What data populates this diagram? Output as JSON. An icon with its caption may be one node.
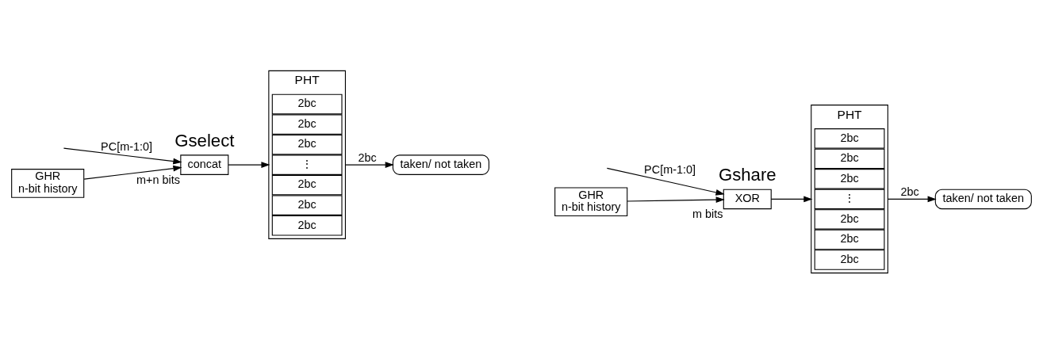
{
  "diagram": {
    "nodes": [
      {
        "text": [
          "concat"
        ],
        "beside": [
          "m+n bits"
        ]
      },
      {
        "text": [
          "GHR",
          "n-bit history"
        ]
      },
      {
        "text": [
          "PHT"
        ]
      },
      {
        "text": [
          "2bc"
        ],
        "in": 2
      },
      {
        "text": [
          "2bc"
        ],
        "in": 2
      },
      {
        "text": [
          "2bc"
        ],
        "in": 2
      },
      {
        "text": [
          "⋮"
        ],
        "in": 2
      },
      {
        "text": [
          "2bc"
        ],
        "in": 2
      },
      {
        "text": [
          "2bc"
        ],
        "in": 2
      },
      {
        "text": [
          "2bc"
        ],
        "in": 2
      },
      {
        "text": [
          "taken/ not taken"
        ]
      },
      {
        "text": [
          "XOR"
        ],
        "beside": [
          "m bits"
        ]
      },
      {
        "text": [
          "GHR",
          "n-bit history"
        ]
      },
      {
        "text": [
          "PHT"
        ]
      },
      {
        "text": [
          "2bc"
        ],
        "in": 13
      },
      {
        "text": [
          "2bc"
        ],
        "in": 13
      },
      {
        "text": [
          "2bc"
        ],
        "in": 13
      },
      {
        "text": [
          "⋮"
        ],
        "in": 13
      },
      {
        "text": [
          "2bc"
        ],
        "in": 13
      },
      {
        "text": [
          "2bc"
        ],
        "in": 13
      },
      {
        "text": [
          "2bc"
        ],
        "in": 13
      },
      {
        "text": [
          "taken/ not taken"
        ]
      }
    ],
    "edges": [
      {
        "from": null,
        "to": 0,
        "arrow": "to",
        "label": "PC[m-1:0]"
      },
      {
        "from": 1,
        "to": 0,
        "arrow": "to"
      },
      {
        "from": 0,
        "to": 2,
        "arrow": "to"
      },
      {
        "from": 2,
        "to": 10,
        "arrow": "to",
        "label": "2bc"
      },
      {
        "from": null,
        "to": 11,
        "arrow": "to",
        "label": "PC[m-1:0]"
      },
      {
        "from": 12,
        "to": 11,
        "arrow": "to"
      },
      {
        "from": 11,
        "to": 13,
        "arrow": "to"
      },
      {
        "from": 13,
        "to": 21,
        "arrow": "to",
        "label": "2bc"
      }
    ],
    "labels": [
      "Gselect",
      "Gshare"
    ]
  }
}
